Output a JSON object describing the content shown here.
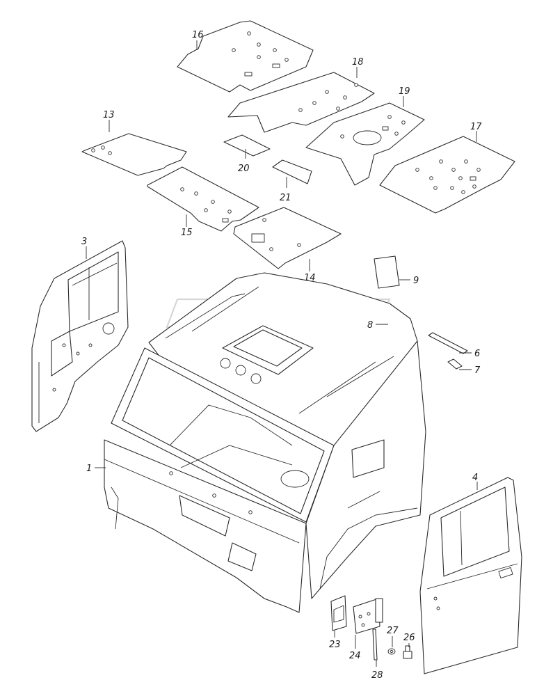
{
  "diagram": {
    "callouts": [
      {
        "id": "c1",
        "text": "1"
      },
      {
        "id": "c3",
        "text": "3"
      },
      {
        "id": "c4",
        "text": "4"
      },
      {
        "id": "c6",
        "text": "6"
      },
      {
        "id": "c7",
        "text": "7"
      },
      {
        "id": "c8",
        "text": "8"
      },
      {
        "id": "c9",
        "text": "9"
      },
      {
        "id": "c13",
        "text": "13"
      },
      {
        "id": "c14",
        "text": "14"
      },
      {
        "id": "c15",
        "text": "15"
      },
      {
        "id": "c16",
        "text": "16"
      },
      {
        "id": "c17",
        "text": "17"
      },
      {
        "id": "c18",
        "text": "18"
      },
      {
        "id": "c19",
        "text": "19"
      },
      {
        "id": "c20",
        "text": "20"
      },
      {
        "id": "c21",
        "text": "21"
      },
      {
        "id": "c23",
        "text": "23"
      },
      {
        "id": "c24",
        "text": "24"
      },
      {
        "id": "c26",
        "text": "26"
      },
      {
        "id": "c27",
        "text": "27"
      },
      {
        "id": "c28",
        "text": "28"
      }
    ]
  },
  "colors": {
    "line": "#2a2a2a",
    "background": "#ffffff",
    "watermark": "#d6d6d6"
  }
}
